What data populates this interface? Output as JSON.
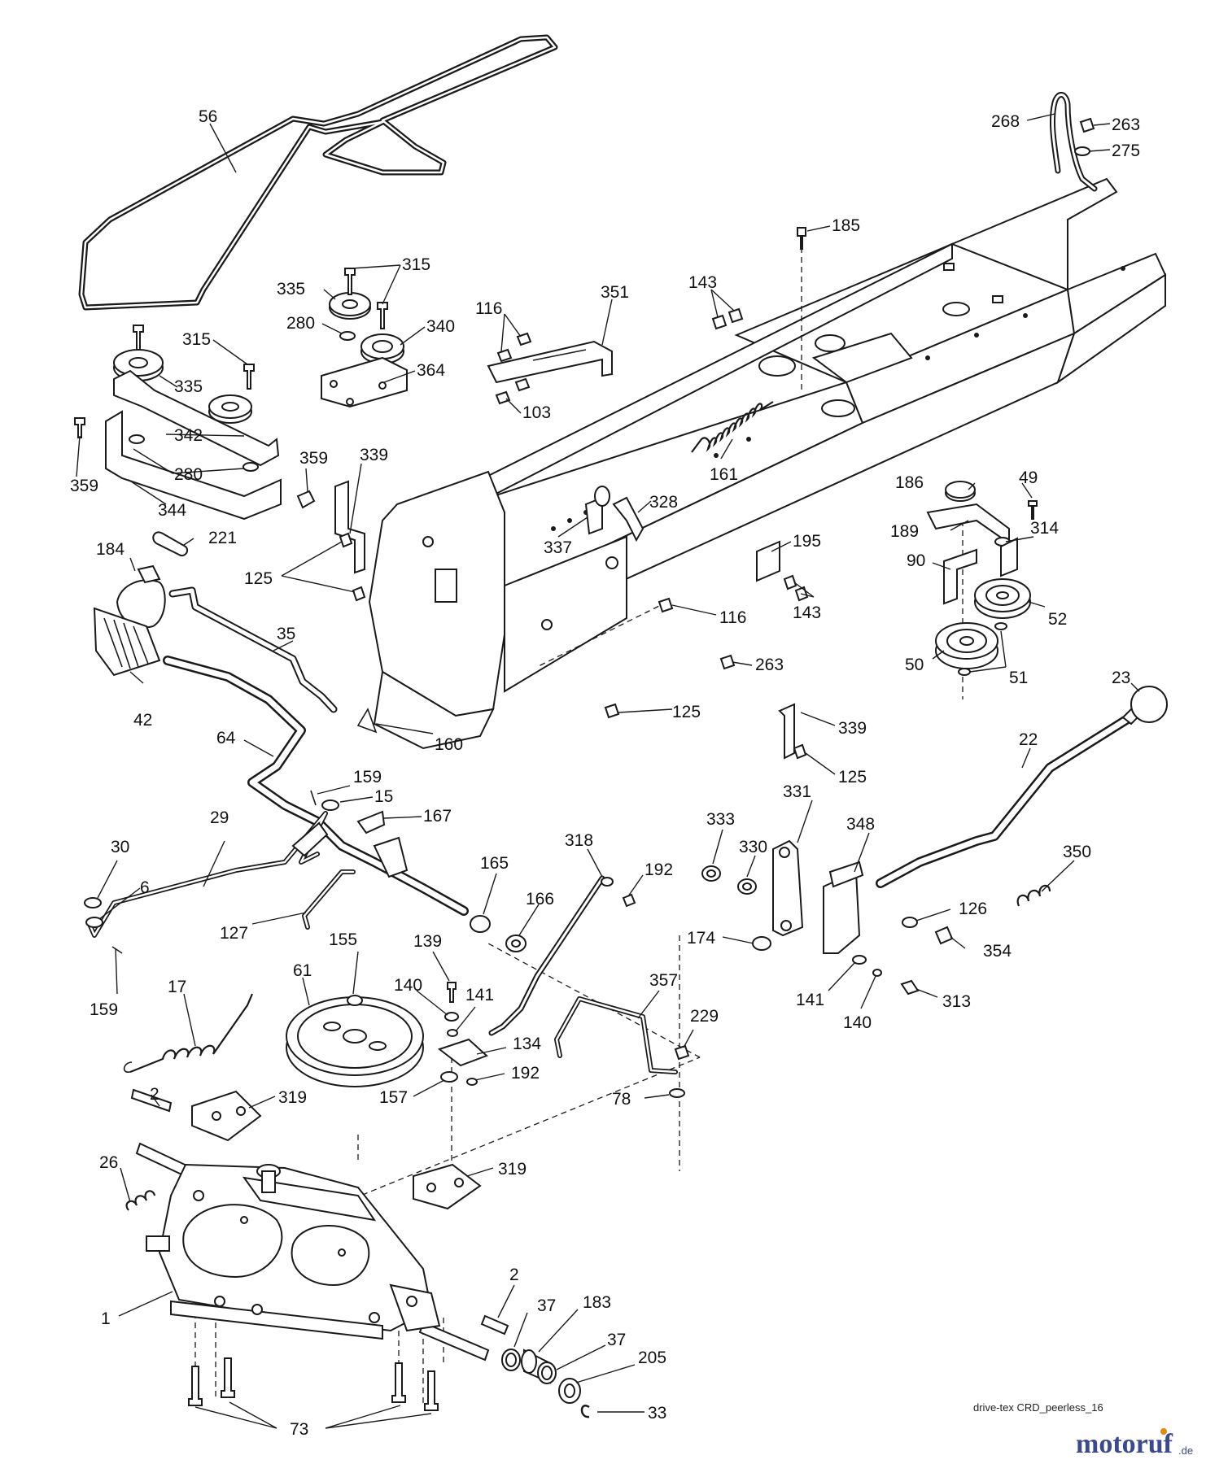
{
  "callouts": [
    {
      "id": "c56",
      "text": "56"
    },
    {
      "id": "c268",
      "text": "268"
    },
    {
      "id": "c263a",
      "text": "263"
    },
    {
      "id": "c275",
      "text": "275"
    },
    {
      "id": "c185",
      "text": "185"
    },
    {
      "id": "c315a",
      "text": "315"
    },
    {
      "id": "c335a",
      "text": "335"
    },
    {
      "id": "c280a",
      "text": "280"
    },
    {
      "id": "c340",
      "text": "340"
    },
    {
      "id": "c364",
      "text": "364"
    },
    {
      "id": "c116a",
      "text": "116"
    },
    {
      "id": "c351",
      "text": "351"
    },
    {
      "id": "c103",
      "text": "103"
    },
    {
      "id": "c143a",
      "text": "143"
    },
    {
      "id": "c315b",
      "text": "315"
    },
    {
      "id": "c335b",
      "text": "335"
    },
    {
      "id": "c342",
      "text": "342"
    },
    {
      "id": "c280b",
      "text": "280"
    },
    {
      "id": "c359a",
      "text": "359"
    },
    {
      "id": "c344",
      "text": "344"
    },
    {
      "id": "c359b",
      "text": "359"
    },
    {
      "id": "c339a",
      "text": "339"
    },
    {
      "id": "c221",
      "text": "221"
    },
    {
      "id": "c184",
      "text": "184"
    },
    {
      "id": "c125a",
      "text": "125"
    },
    {
      "id": "c161",
      "text": "161"
    },
    {
      "id": "c337",
      "text": "337"
    },
    {
      "id": "c328",
      "text": "328"
    },
    {
      "id": "c195",
      "text": "195"
    },
    {
      "id": "c143b",
      "text": "143"
    },
    {
      "id": "c116b",
      "text": "116"
    },
    {
      "id": "c263b",
      "text": "263"
    },
    {
      "id": "c186",
      "text": "186"
    },
    {
      "id": "c49",
      "text": "49"
    },
    {
      "id": "c189",
      "text": "189"
    },
    {
      "id": "c314",
      "text": "314"
    },
    {
      "id": "c90",
      "text": "90"
    },
    {
      "id": "c52",
      "text": "52"
    },
    {
      "id": "c50",
      "text": "50"
    },
    {
      "id": "c51",
      "text": "51"
    },
    {
      "id": "c35",
      "text": "35"
    },
    {
      "id": "c42",
      "text": "42"
    },
    {
      "id": "c64",
      "text": "64"
    },
    {
      "id": "c160",
      "text": "160"
    },
    {
      "id": "c125b",
      "text": "125"
    },
    {
      "id": "c339b",
      "text": "339"
    },
    {
      "id": "c125c",
      "text": "125"
    },
    {
      "id": "c23",
      "text": "23"
    },
    {
      "id": "c22",
      "text": "22"
    },
    {
      "id": "c159a",
      "text": "159"
    },
    {
      "id": "c15",
      "text": "15"
    },
    {
      "id": "c167",
      "text": "167"
    },
    {
      "id": "c29",
      "text": "29"
    },
    {
      "id": "c30",
      "text": "30"
    },
    {
      "id": "c6",
      "text": "6"
    },
    {
      "id": "c165",
      "text": "165"
    },
    {
      "id": "c166",
      "text": "166"
    },
    {
      "id": "c127",
      "text": "127"
    },
    {
      "id": "c159b",
      "text": "159"
    },
    {
      "id": "c318",
      "text": "318"
    },
    {
      "id": "c192a",
      "text": "192"
    },
    {
      "id": "c331",
      "text": "331"
    },
    {
      "id": "c348",
      "text": "348"
    },
    {
      "id": "c333",
      "text": "333"
    },
    {
      "id": "c330",
      "text": "330"
    },
    {
      "id": "c350",
      "text": "350"
    },
    {
      "id": "c126",
      "text": "126"
    },
    {
      "id": "c354",
      "text": "354"
    },
    {
      "id": "c174",
      "text": "174"
    },
    {
      "id": "c141a",
      "text": "141"
    },
    {
      "id": "c140a",
      "text": "140"
    },
    {
      "id": "c313",
      "text": "313"
    },
    {
      "id": "c17",
      "text": "17"
    },
    {
      "id": "c155",
      "text": "155"
    },
    {
      "id": "c61",
      "text": "61"
    },
    {
      "id": "c139",
      "text": "139"
    },
    {
      "id": "c140b",
      "text": "140"
    },
    {
      "id": "c141b",
      "text": "141"
    },
    {
      "id": "c134",
      "text": "134"
    },
    {
      "id": "c192b",
      "text": "192"
    },
    {
      "id": "c157",
      "text": "157"
    },
    {
      "id": "c357",
      "text": "357"
    },
    {
      "id": "c229",
      "text": "229"
    },
    {
      "id": "c78",
      "text": "78"
    },
    {
      "id": "c2a",
      "text": "2"
    },
    {
      "id": "c319a",
      "text": "319"
    },
    {
      "id": "c26",
      "text": "26"
    },
    {
      "id": "c319b",
      "text": "319"
    },
    {
      "id": "c1",
      "text": "1"
    },
    {
      "id": "c2b",
      "text": "2"
    },
    {
      "id": "c37a",
      "text": "37"
    },
    {
      "id": "c183",
      "text": "183"
    },
    {
      "id": "c37b",
      "text": "37"
    },
    {
      "id": "c205",
      "text": "205"
    },
    {
      "id": "c33",
      "text": "33"
    },
    {
      "id": "c73",
      "text": "73"
    }
  ],
  "credit": "drive-tex CRD_peerless_16",
  "brand": {
    "name": "motoruf",
    "suffix": ".de",
    "color": "#3a4a8c",
    "accent": "#e08a00"
  },
  "icons": [
    "bolt-icon",
    "washer-icon",
    "nut-icon"
  ]
}
